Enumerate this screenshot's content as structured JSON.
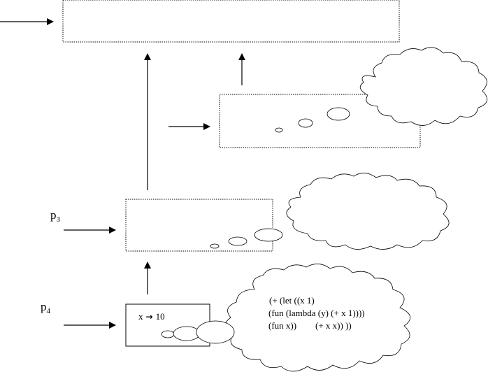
{
  "labels": {
    "p3": {
      "base": "p",
      "sub": "3"
    },
    "p4": {
      "base": "p",
      "sub": "4"
    }
  },
  "binding": {
    "variable": "x",
    "arrow_glyph": "→",
    "value": "10"
  },
  "code": {
    "line1": "(+ (let ((x 1)",
    "line2": "(fun (lambda (y) (+ x 1))))",
    "line3_left": "(fun x))",
    "line3_right": "(+ x x)) ))"
  }
}
